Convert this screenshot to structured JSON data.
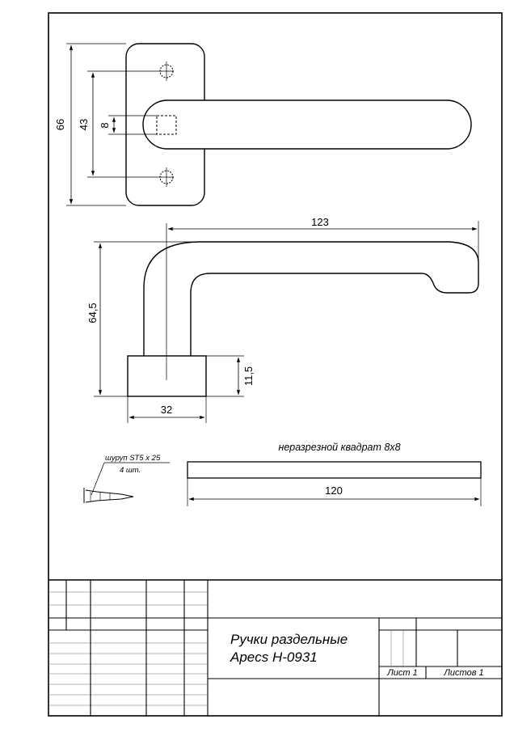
{
  "dimensions": {
    "plate_height": "66",
    "hole_spacing": "43",
    "square_size": "8",
    "handle_length": "123",
    "handle_height": "64,5",
    "rosette_height": "11,5",
    "rosette_width": "32",
    "spindle_length": "120"
  },
  "notes": {
    "spindle": "неразрезной квадрат 8х8",
    "screw_line1": "шуруп ST5 x 25",
    "screw_line2": "4 шт."
  },
  "title_block": {
    "title_line1": "Ручки раздельные",
    "title_line2": "Apecs H-0931",
    "sheet": "Лист 1",
    "sheets": "Листов 1"
  }
}
